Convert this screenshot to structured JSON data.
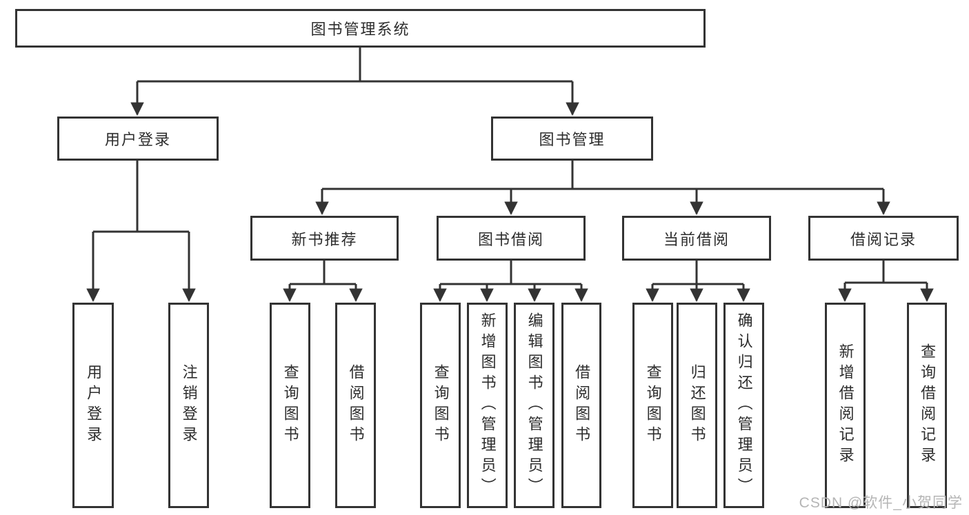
{
  "tree": {
    "root": {
      "label": "图书管理系统"
    },
    "branches": [
      {
        "label": "用户登录"
      },
      {
        "label": "图书管理"
      }
    ],
    "groups": [
      {
        "label": "新书推荐"
      },
      {
        "label": "图书借阅"
      },
      {
        "label": "当前借阅"
      },
      {
        "label": "借阅记录"
      }
    ],
    "leaf_groups": [
      {
        "items": [
          {
            "label": "用户登录"
          },
          {
            "label": "注销登录"
          }
        ]
      },
      {
        "items": [
          {
            "label": "查询图书"
          },
          {
            "label": "借阅图书"
          }
        ]
      },
      {
        "items": [
          {
            "label": "查询图书"
          },
          {
            "label": "新增图书（管理员）"
          },
          {
            "label": "编辑图书（管理员）"
          },
          {
            "label": "借阅图书"
          }
        ]
      },
      {
        "items": [
          {
            "label": "查询图书"
          },
          {
            "label": "归还图书"
          },
          {
            "label": "确认归还（管理员）"
          }
        ]
      },
      {
        "items": [
          {
            "label": "新增借阅记录"
          },
          {
            "label": "查询借阅记录"
          }
        ]
      }
    ]
  },
  "watermark": {
    "text": "CSDN @软件_小贺同学"
  },
  "colors": {
    "line": "#333333",
    "text": "#2d2d2d",
    "background": "#ffffff",
    "watermark": "#b5b5b5"
  }
}
